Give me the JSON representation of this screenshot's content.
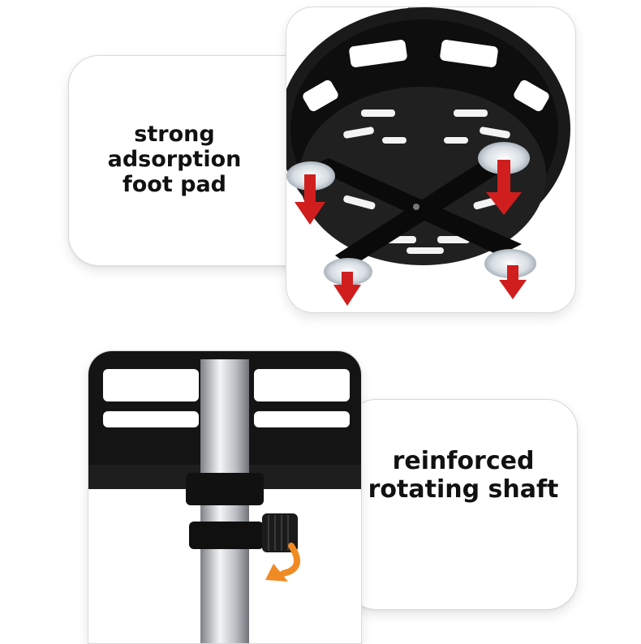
{
  "panels": {
    "top": {
      "caption_line1": "strong adsorption",
      "caption_line2": "foot pad"
    },
    "bottom": {
      "caption_line1": "reinforced",
      "caption_line2": "rotating shaft"
    }
  },
  "colors": {
    "arrow": "#d01e1e",
    "rotate_arrow": "#f08a24",
    "metal_dark": "#151515",
    "chrome": "#c9ccd0"
  }
}
